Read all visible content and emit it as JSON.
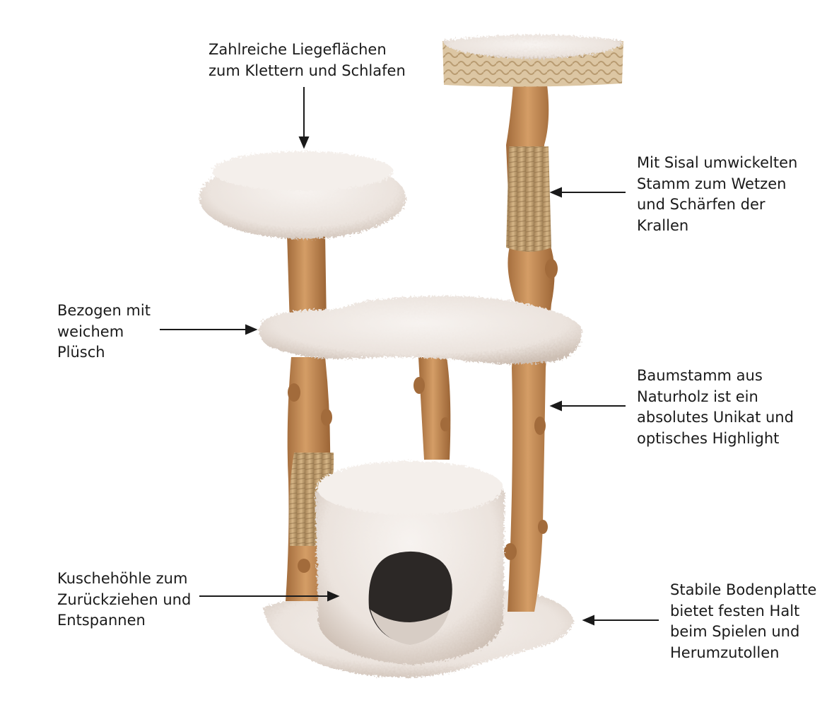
{
  "annotations": {
    "platforms": {
      "lines": [
        "Zahlreiche Liegeflächen",
        "zum Klettern und Schlafen"
      ]
    },
    "sisal": {
      "lines": [
        "Mit Sisal umwickelten",
        "Stamm zum Wetzen",
        "und Schärfen der",
        "Krallen"
      ]
    },
    "plush": {
      "lines": [
        "Bezogen mit",
        "weichem",
        "Plüsch"
      ]
    },
    "trunk": {
      "lines": [
        "Baumstamm aus",
        "Naturholz ist ein",
        "absolutes Unikat und",
        "optisches Highlight"
      ]
    },
    "cave": {
      "lines": [
        "Kuschehöhle zum",
        "Zurückziehen und",
        "Entspannen"
      ]
    },
    "base": {
      "lines": [
        "Stabile Bodenplatte",
        "bietet festen Halt",
        "beim Spielen und",
        "Herumzutollen"
      ]
    }
  },
  "colors": {
    "plush": "#efe9e4",
    "plush_shade": "#cbbdb2",
    "plush_speckle": "#8a5a48",
    "wood": "#c7905a",
    "wood_dark": "#a26b3b",
    "sisal": "#cba77a",
    "basket": "#d9c3a0",
    "text": "#1a1a1a"
  }
}
